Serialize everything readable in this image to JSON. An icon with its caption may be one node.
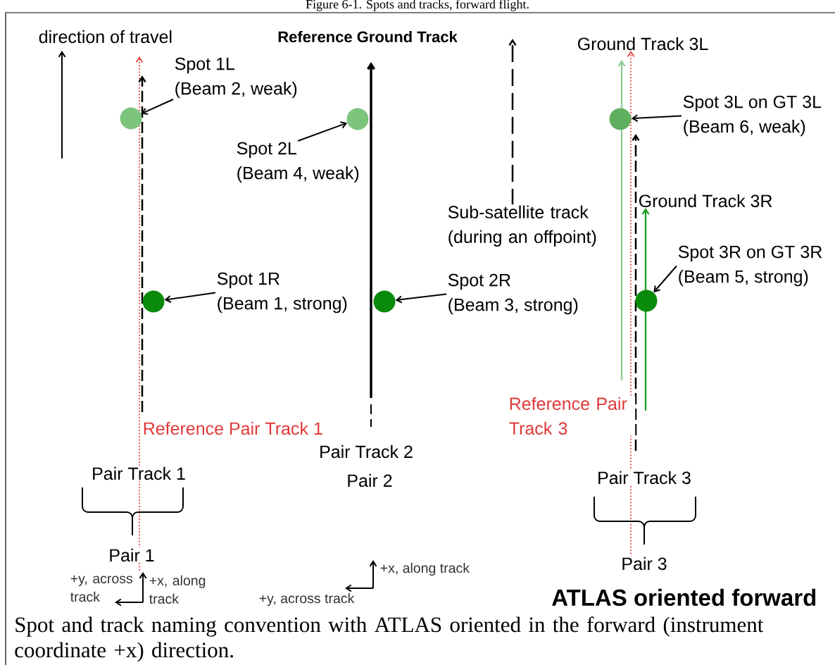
{
  "diagram": {
    "title": "Figure 6-1. Spots and tracks, forward flight.",
    "caption": "Spot and track naming convention with ATLAS oriented in the forward (instrument coordinate +x) direction.",
    "nodes": [
      {
        "text": [
          "Spot 1L",
          "(Beam 2, weak)"
        ]
      },
      {
        "text": [],
        "shape": "circle"
      },
      {
        "text": [],
        "shape": "circle"
      },
      {
        "text": [
          "Spot 2L",
          "(Beam 4, weak)"
        ]
      },
      {
        "text": [
          "Spot 3L on GT 3L",
          "(Beam 6, weak)"
        ]
      },
      {
        "text": [],
        "shape": "circle"
      },
      {
        "text": [
          "Spot 1R",
          "(Beam 1, strong)"
        ]
      },
      {
        "text": [],
        "shape": "circle"
      },
      {
        "text": [],
        "shape": "circle"
      },
      {
        "text": [
          "Spot 2R",
          "(Beam 3, strong)"
        ]
      },
      {
        "text": [],
        "shape": "circle"
      },
      {
        "text": [
          "Spot 3R on GT 3R",
          "(Beam 5, strong)"
        ]
      }
    ],
    "edges": [
      {
        "from": 0,
        "to": 1,
        "arrow": "to"
      },
      {
        "from": 3,
        "to": 2,
        "arrow": "to"
      },
      {
        "from": 4,
        "to": 5,
        "arrow": "to"
      },
      {
        "from": 6,
        "to": 7,
        "arrow": "to"
      },
      {
        "from": 9,
        "to": 8,
        "arrow": "to"
      },
      {
        "from": 11,
        "to": 10,
        "arrow": "to"
      }
    ],
    "labels": [
      "direction of travel",
      "Reference Ground Track",
      "Ground Track 3L",
      "Ground Track 3R",
      "Sub-satellite track (during an offpoint)",
      "Reference Pair Track 1",
      "Reference Pair Track 3",
      "Pair Track 2",
      "Pair 2",
      "Pair Track 1",
      "Pair Track 3",
      "Pair 1",
      "Pair 3",
      "+y, across track",
      "+x, along track",
      "+x, along track",
      "+y, across track",
      "ATLAS oriented forward"
    ]
  }
}
